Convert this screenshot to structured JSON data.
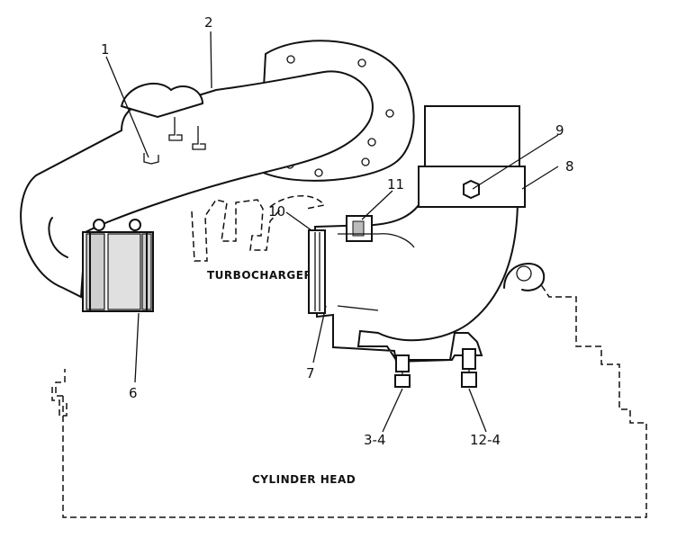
{
  "labels": {
    "turbocharger": "TURBOCHARGER",
    "cylinder_head": "CYLINDER HEAD"
  },
  "callouts": {
    "c1": "1",
    "c2": "2",
    "c6": "6",
    "c7": "7",
    "c8": "8",
    "c9": "9",
    "c10": "10",
    "c11": "11",
    "c34": "3-4",
    "c124": "12-4"
  }
}
